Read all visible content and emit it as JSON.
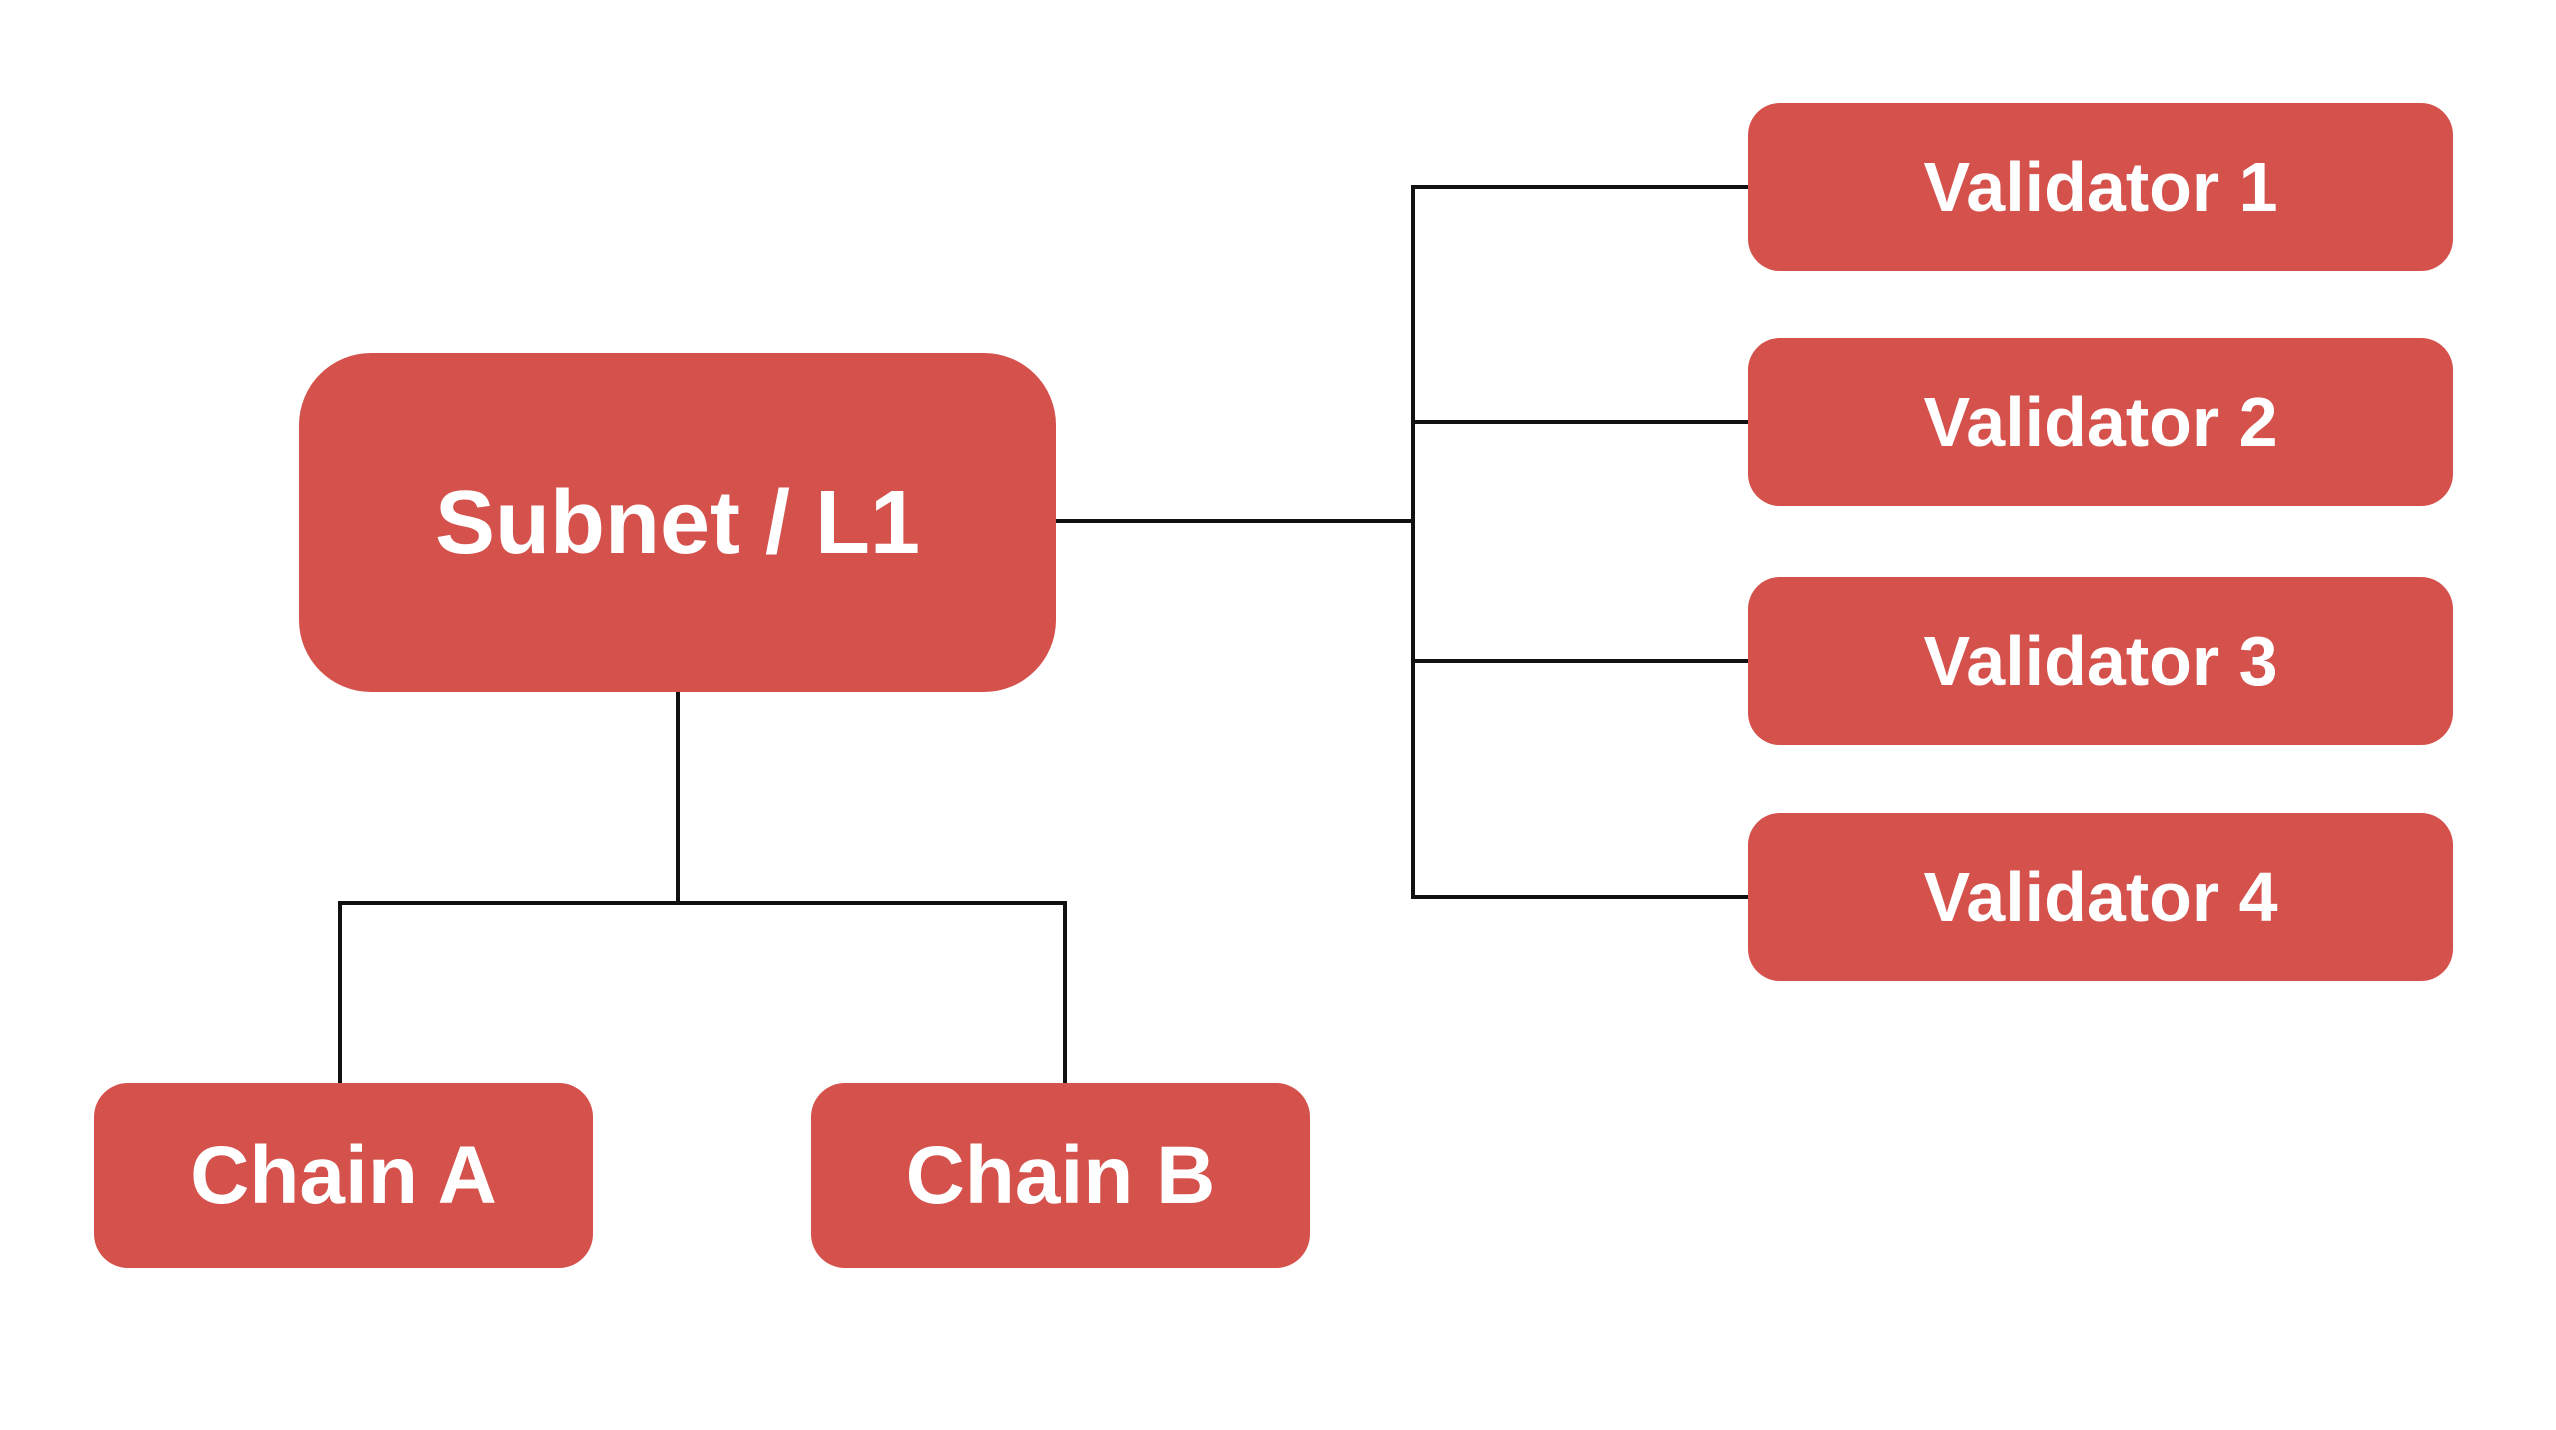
{
  "diagram": {
    "root": {
      "label": "Subnet / L1"
    },
    "validators": [
      {
        "label": "Validator 1"
      },
      {
        "label": "Validator 2"
      },
      {
        "label": "Validator 3"
      },
      {
        "label": "Validator 4"
      }
    ],
    "chains": [
      {
        "label": "Chain A"
      },
      {
        "label": "Chain B"
      }
    ]
  },
  "colors": {
    "node_fill": "#D5514C",
    "node_text": "#FFFFFF",
    "connector": "#111111",
    "background": "#FFFFFF"
  }
}
